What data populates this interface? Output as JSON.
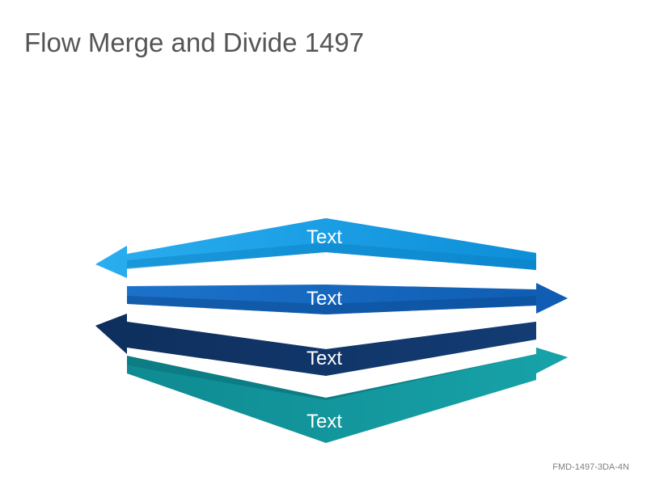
{
  "slide": {
    "title": "Flow Merge and Divide 1497",
    "code": "FMD-1497-3DA-4N"
  },
  "arrows": [
    {
      "label": "Text",
      "color": "#139ee6",
      "dark": "#0a86cc",
      "direction": "left"
    },
    {
      "label": "Text",
      "color": "#1466bd",
      "dark": "#0d4f99",
      "direction": "right"
    },
    {
      "label": "Text",
      "color": "#0f3466",
      "dark": "#092449",
      "direction": "left"
    },
    {
      "label": "Text",
      "color": "#139499",
      "dark": "#0b7478",
      "direction": "right"
    }
  ]
}
